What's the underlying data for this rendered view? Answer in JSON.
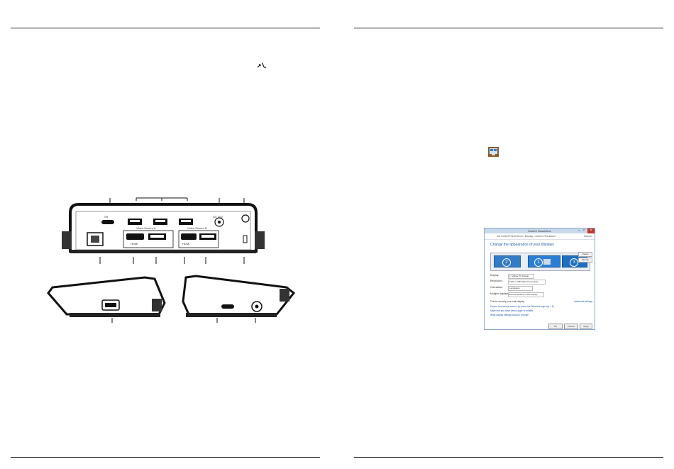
{
  "dock_labels": {
    "usb_a": "SS",
    "screen_a": "Video Screen A",
    "screen_b": "Video Screen B",
    "power": "DC 20V",
    "hdmi": "HDMI"
  },
  "display_settings": {
    "title": "Screen Resolution",
    "breadcrumb": "All Control Panel Items › Display › Screen Resolution",
    "search": "Search",
    "heading": "Change the appearance of your displays",
    "detect_label": "Detect",
    "identify_label": "Identify",
    "monitors": [
      "2",
      "1",
      "3"
    ],
    "display_label": "Display:",
    "display_value": "1. Mobile PC Display",
    "resolution_label": "Resolution:",
    "resolution_value": "1920 × 1080 (Recommended)",
    "orientation_label": "Orientation:",
    "orientation_value": "Landscape",
    "multiple_label": "Multiple displays:",
    "multiple_value": "Extend desktop to this display",
    "main_display": "This is currently your main display.",
    "advanced_link": "Advanced settings",
    "link1": "Project to a second screen (or press the Windows logo key + P)",
    "link2": "Make text and other items larger or smaller",
    "link3": "What display settings should I choose?",
    "ok": "OK",
    "cancel": "Cancel",
    "apply": "Apply"
  }
}
